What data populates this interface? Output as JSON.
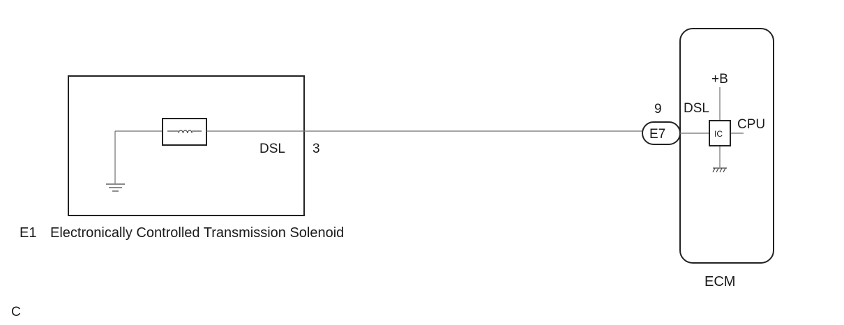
{
  "component": {
    "code": "E1",
    "name": "Electronically Controlled Transmission Solenoid",
    "terminal_name": "DSL",
    "terminal_pin": "3"
  },
  "ecm": {
    "label": "ECM",
    "connector": "E7",
    "connector_pin": "9",
    "signal_label": "DSL",
    "power_label": "+B",
    "cpu_label": "CPU",
    "ic_label": "IC"
  },
  "footer": {
    "code": "C"
  }
}
